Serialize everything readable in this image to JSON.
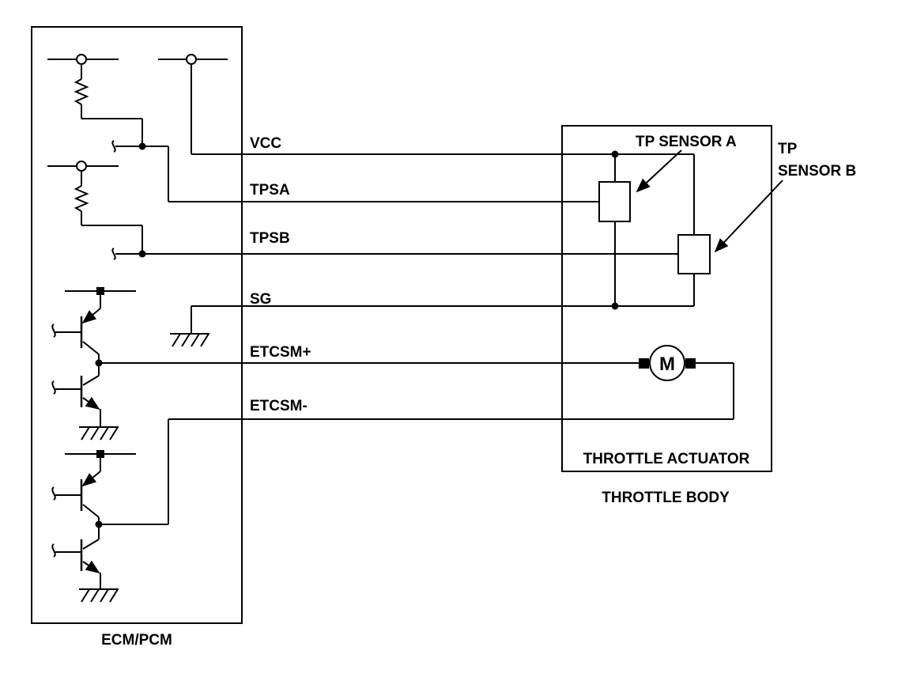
{
  "labels": {
    "ecm": "ECM/PCM",
    "vcc": "VCC",
    "tpsa": "TPSA",
    "tpsb": "TPSB",
    "sg": "SG",
    "etcsm_plus": "ETCSM+",
    "etcsm_minus": "ETCSM-",
    "tp_sensor_a": "TP SENSOR A",
    "tp_sensor_b_line1": "TP",
    "tp_sensor_b_line2": "SENSOR B",
    "motor": "M",
    "throttle_actuator": "THROTTLE ACTUATOR",
    "throttle_body": "THROTTLE BODY"
  }
}
